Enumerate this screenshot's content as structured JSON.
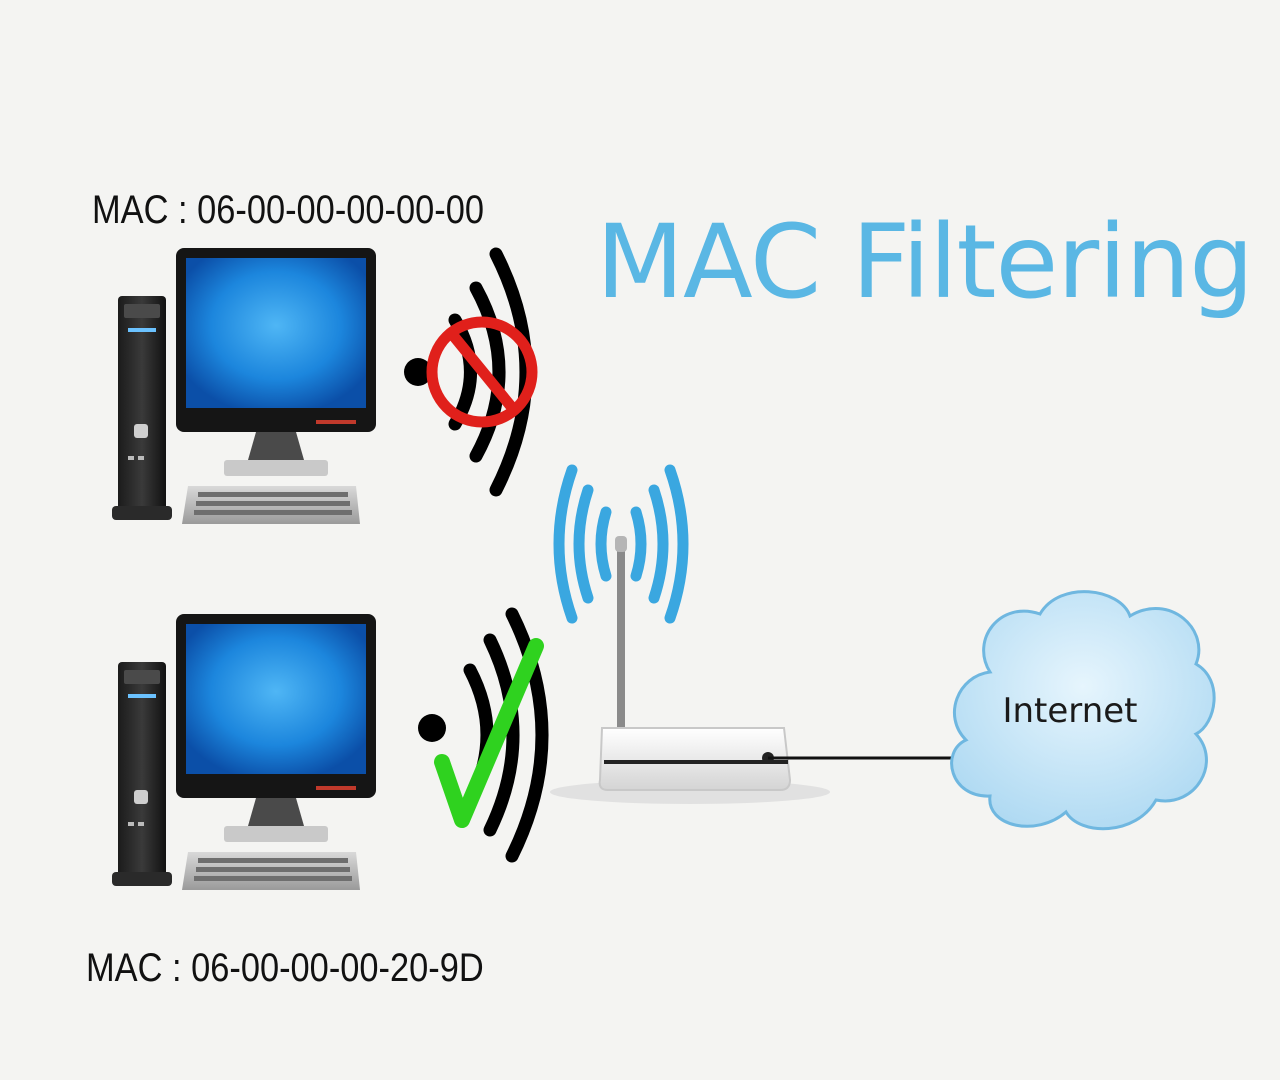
{
  "title": "MAC Filtering",
  "devices": [
    {
      "mac_label": "MAC : 06-00-00-00-00-00",
      "status": "blocked",
      "status_icon": "no-entry-icon"
    },
    {
      "mac_label": "MAC : 06-00-00-00-20-9D",
      "status": "allowed",
      "status_icon": "checkmark-icon"
    }
  ],
  "cloud": {
    "label": "Internet"
  },
  "colors": {
    "title": "#5ab7e4",
    "blocked": "#e0201b",
    "allowed": "#2fd21f",
    "wifi_router": "#3aa7e0",
    "cloud_fill": "#bfe3f6",
    "screen": "#1e8fe3"
  }
}
